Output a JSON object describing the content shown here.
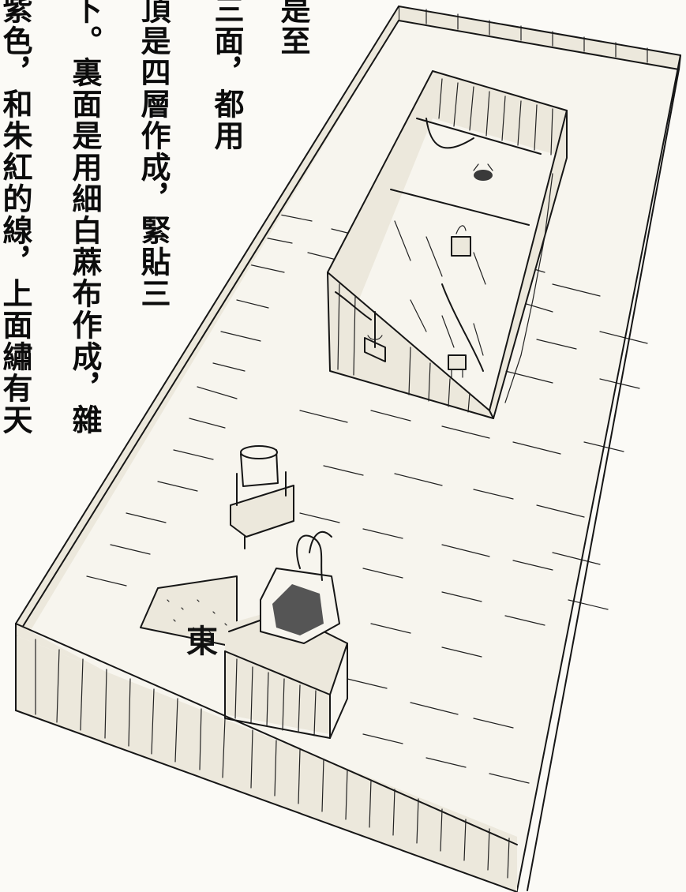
{
  "text": {
    "columns": [
      "是至",
      "三面，都用",
      "頂是四層作成，緊貼三",
      "下。裏面是用細白蔴布作成，雜",
      "紫色，和朱紅的線，上面繡有天"
    ],
    "caption": "東"
  }
}
